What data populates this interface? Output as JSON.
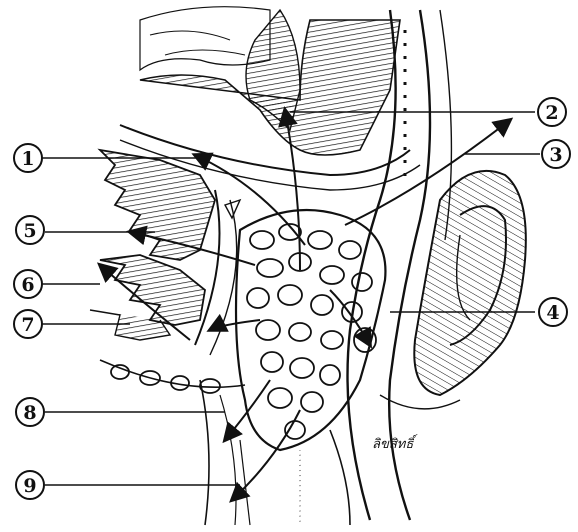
{
  "figure": {
    "callouts": [
      {
        "id": "label-1",
        "text": "1"
      },
      {
        "id": "label-2",
        "text": "2"
      },
      {
        "id": "label-3",
        "text": "3"
      },
      {
        "id": "label-4",
        "text": "4"
      },
      {
        "id": "label-5",
        "text": "5"
      },
      {
        "id": "label-6",
        "text": "6"
      },
      {
        "id": "label-7",
        "text": "7"
      },
      {
        "id": "label-8",
        "text": "8"
      },
      {
        "id": "label-9",
        "text": "9"
      }
    ],
    "signature": "ลิขสิทธิ์",
    "ink_color": "#111111",
    "paper_color": "#ffffff"
  }
}
